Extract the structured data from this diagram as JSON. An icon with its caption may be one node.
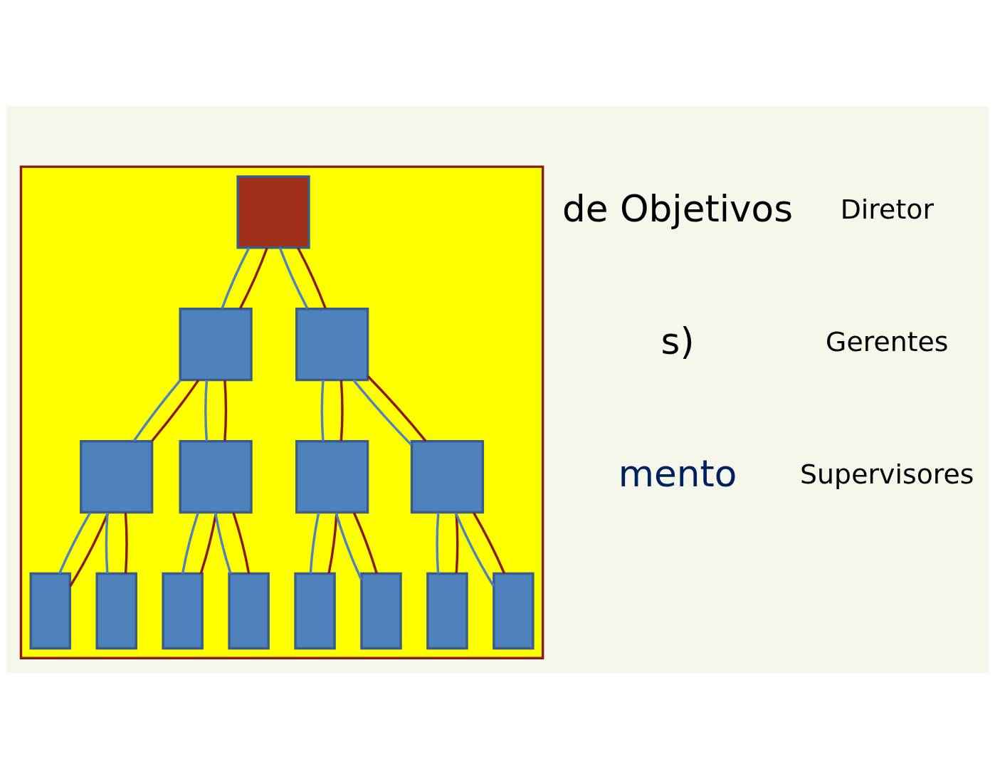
{
  "diagram": {
    "nodes": [
      {
        "text": [],
        "shape": "triangle"
      },
      {
        "text": [],
        "shape": "box",
        "in": 0
      },
      {
        "text": [],
        "shape": "box",
        "in": 0
      },
      {
        "text": [],
        "shape": "box",
        "in": 0
      },
      {
        "text": [],
        "shape": "box",
        "in": 0
      },
      {
        "text": [],
        "shape": "box",
        "in": 0
      },
      {
        "text": [],
        "shape": "box",
        "in": 0
      },
      {
        "text": [],
        "shape": "box",
        "in": 0
      },
      {
        "text": [],
        "shape": "box",
        "in": 0
      },
      {
        "text": [],
        "shape": "box",
        "in": 0
      },
      {
        "text": [],
        "shape": "box",
        "in": 0
      },
      {
        "text": [],
        "shape": "box",
        "in": 0
      },
      {
        "text": [],
        "shape": "box",
        "in": 0
      },
      {
        "text": [],
        "shape": "box",
        "in": 0
      },
      {
        "text": [],
        "shape": "box",
        "in": 0
      },
      {
        "text": [],
        "shape": "box",
        "in": 0
      }
    ],
    "edges": [
      {
        "from": 1,
        "to": 2,
        "arrow": "none",
        "color": "#4f81bd"
      },
      {
        "from": 1,
        "to": 3,
        "arrow": "none",
        "color": "#4f81bd"
      },
      {
        "from": 2,
        "to": 4,
        "arrow": "none",
        "color": "#4f81bd"
      },
      {
        "from": 2,
        "to": 5,
        "arrow": "none",
        "color": "#4f81bd"
      },
      {
        "from": 3,
        "to": 6,
        "arrow": "none",
        "color": "#4f81bd"
      },
      {
        "from": 3,
        "to": 7,
        "arrow": "none",
        "color": "#4f81bd"
      },
      {
        "from": 4,
        "to": 8,
        "arrow": "none",
        "color": "#4f81bd"
      },
      {
        "from": 4,
        "to": 9,
        "arrow": "none",
        "color": "#4f81bd"
      },
      {
        "from": 5,
        "to": 10,
        "arrow": "none",
        "color": "#4f81bd"
      },
      {
        "from": 5,
        "to": 11,
        "arrow": "none",
        "color": "#4f81bd"
      },
      {
        "from": 6,
        "to": 12,
        "arrow": "none",
        "color": "#4f81bd"
      },
      {
        "from": 6,
        "to": 13,
        "arrow": "none",
        "color": "#4f81bd"
      },
      {
        "from": 7,
        "to": 14,
        "arrow": "none",
        "color": "#4f81bd"
      },
      {
        "from": 7,
        "to": 15,
        "arrow": "none",
        "color": "#4f81bd"
      },
      {
        "from": 1,
        "to": 2,
        "arrow": "none",
        "color": "#8b1a1a"
      },
      {
        "from": 1,
        "to": 3,
        "arrow": "none",
        "color": "#8b1a1a"
      },
      {
        "from": 2,
        "to": 4,
        "arrow": "none",
        "color": "#8b1a1a"
      },
      {
        "from": 2,
        "to": 5,
        "arrow": "none",
        "color": "#8b1a1a"
      },
      {
        "from": 3,
        "to": 6,
        "arrow": "none",
        "color": "#8b1a1a"
      },
      {
        "from": 3,
        "to": 7,
        "arrow": "none",
        "color": "#8b1a1a"
      },
      {
        "from": 4,
        "to": 8,
        "arrow": "none",
        "color": "#8b1a1a"
      },
      {
        "from": 4,
        "to": 9,
        "arrow": "none",
        "color": "#8b1a1a"
      },
      {
        "from": 5,
        "to": 10,
        "arrow": "none",
        "color": "#8b1a1a"
      },
      {
        "from": 5,
        "to": 11,
        "arrow": "none",
        "color": "#8b1a1a"
      },
      {
        "from": 6,
        "to": 12,
        "arrow": "none",
        "color": "#8b1a1a"
      },
      {
        "from": 6,
        "to": 13,
        "arrow": "none",
        "color": "#8b1a1a"
      },
      {
        "from": 7,
        "to": 14,
        "arrow": "none",
        "color": "#8b1a1a"
      },
      {
        "from": 7,
        "to": 15,
        "arrow": "none",
        "color": "#8b1a1a"
      }
    ],
    "labels": [
      "de Objetivos",
      "s)",
      "mento",
      "Diretor",
      "Gerentes",
      "Supervisores"
    ]
  }
}
